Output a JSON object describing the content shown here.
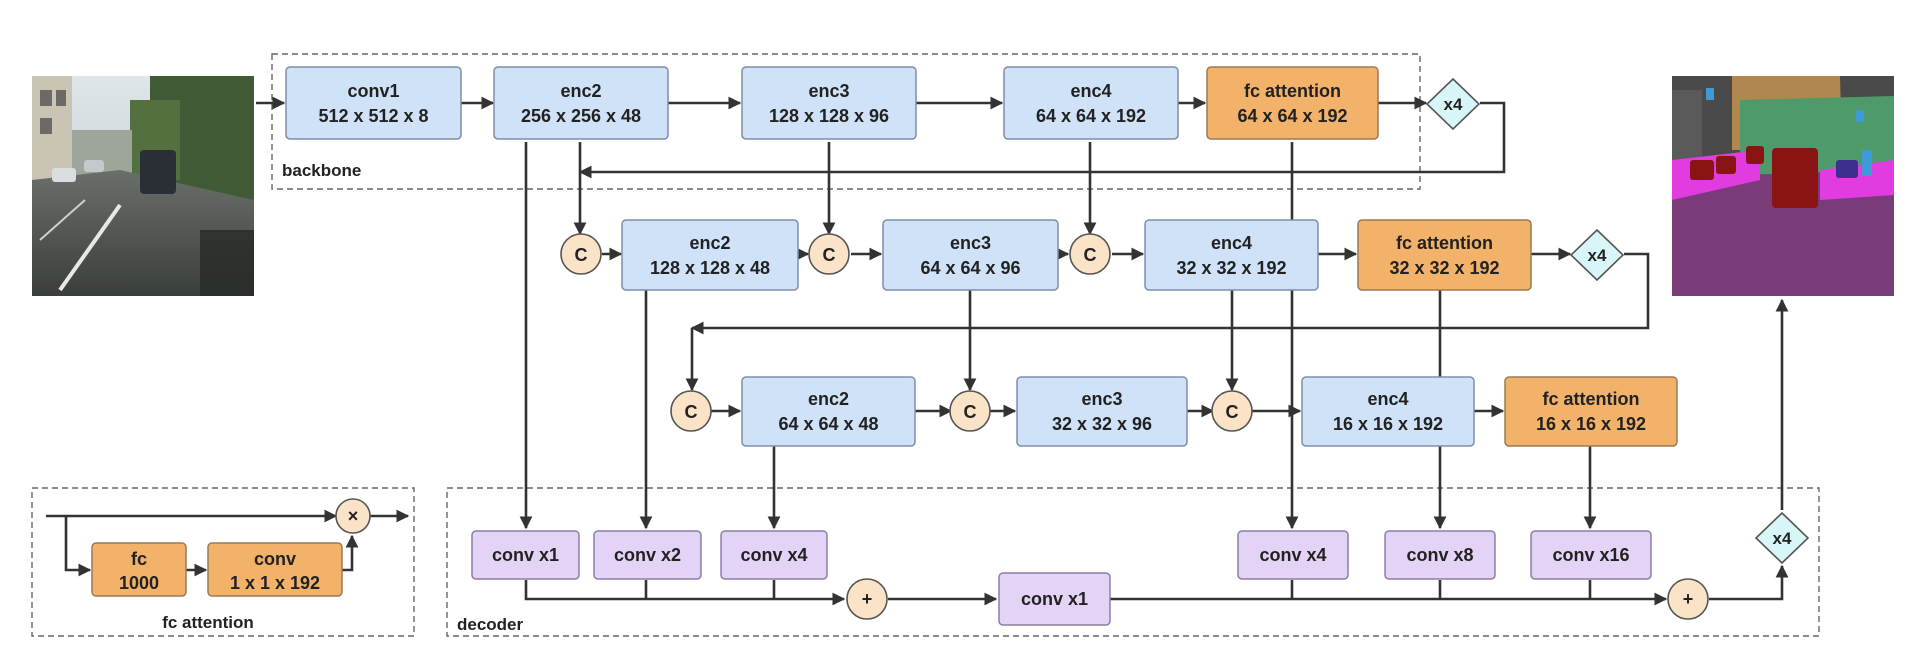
{
  "regions": {
    "backbone": "backbone",
    "decoder": "decoder",
    "fc_attention": "fc attention"
  },
  "backbone": {
    "conv1": {
      "name": "conv1",
      "shape": "512 x 512 x 8"
    },
    "enc2": {
      "name": "enc2",
      "shape": "256 x 256 x 48"
    },
    "enc3": {
      "name": "enc3",
      "shape": "128 x 128 x 96"
    },
    "enc4": {
      "name": "enc4",
      "shape": "64 x 64 x 192"
    },
    "fc_att": {
      "name": "fc attention",
      "shape": "64 x 64 x 192"
    },
    "up": "x4"
  },
  "stage2": {
    "enc2": {
      "name": "enc2",
      "shape": "128 x 128 x 48"
    },
    "enc3": {
      "name": "enc3",
      "shape": "64 x 64 x 96"
    },
    "enc4": {
      "name": "enc4",
      "shape": "32 x 32 x 192"
    },
    "fc_att": {
      "name": "fc attention",
      "shape": "32 x 32 x 192"
    },
    "up": "x4"
  },
  "stage3": {
    "enc2": {
      "name": "enc2",
      "shape": "64 x 64 x 48"
    },
    "enc3": {
      "name": "enc3",
      "shape": "32 x 32 x 96"
    },
    "enc4": {
      "name": "enc4",
      "shape": "16 x 16 x 192"
    },
    "fc_att": {
      "name": "fc attention",
      "shape": "16 x 16 x 192"
    }
  },
  "concat_label": "C",
  "decoder": {
    "conv_a": "conv x1",
    "conv_b": "conv x2",
    "conv_c": "conv x4",
    "sum": "+",
    "conv_mid": "conv x1",
    "conv_d": "conv x4",
    "conv_e": "conv x8",
    "conv_f": "conv x16",
    "up": "x4"
  },
  "fc_attention_detail": {
    "fc": {
      "name": "fc",
      "value": "1000"
    },
    "conv": {
      "name": "conv",
      "value": "1 x 1 x 192"
    },
    "mult": "×"
  },
  "images": {
    "input": "street-scene photo",
    "output": "segmentation map"
  },
  "colors": {
    "encoder_block": "#cfe2f8",
    "attention_block": "#f3b26a",
    "decoder_block": "#e3d3f6",
    "operator": "#fbe3c8",
    "upsample": "#d8f6f8",
    "seg_sky": "#4a4a4a",
    "seg_building": "#b0874e",
    "seg_vegetation": "#4e9a6a",
    "seg_road": "#7a3c78",
    "seg_sidewalk": "#e03ce0",
    "seg_car": "#8a1414"
  }
}
